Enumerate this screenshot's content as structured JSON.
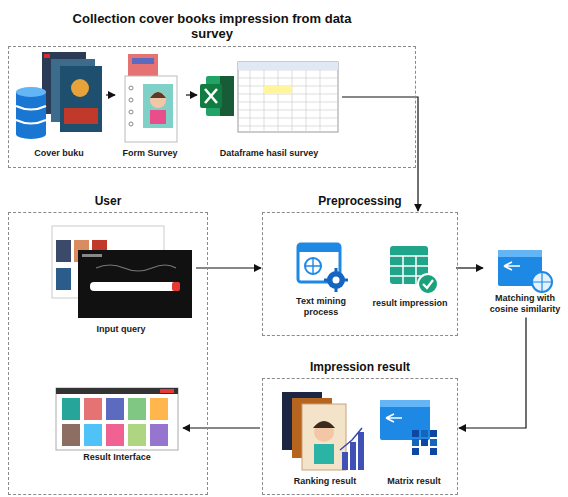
{
  "diagram": {
    "nodes": [
      {
        "text": [
          "Collection cover books impression from data survey"
        ]
      },
      {
        "text": [
          "Cover buku"
        ],
        "in": 0
      },
      {
        "text": [
          "Form Survey"
        ],
        "in": 0
      },
      {
        "text": [
          "Dataframe hasil survey"
        ],
        "in": 0
      },
      {
        "text": [
          "User"
        ]
      },
      {
        "text": [
          "Input query"
        ],
        "in": 4
      },
      {
        "text": [
          "Result Interface"
        ],
        "in": 4
      },
      {
        "text": [
          "Preprocessing"
        ]
      },
      {
        "text": [
          "Text mining process"
        ],
        "in": 7
      },
      {
        "text": [
          "result impression"
        ],
        "in": 7
      },
      {
        "text": [
          "Matching with cosine similarity"
        ]
      },
      {
        "text": [
          "Impression result"
        ]
      },
      {
        "text": [
          "Ranking result"
        ],
        "in": 11
      },
      {
        "text": [
          "Matrix result"
        ],
        "in": 11
      }
    ],
    "edges": [
      {
        "from": 1,
        "to": 2,
        "arrow": "to"
      },
      {
        "from": 2,
        "to": 3,
        "arrow": "to"
      },
      {
        "from": 3,
        "to": 7,
        "arrow": "to"
      },
      {
        "from": 5,
        "to": 7,
        "arrow": "to"
      },
      {
        "from": 9,
        "to": 10,
        "arrow": "to"
      },
      {
        "from": 10,
        "to": 11,
        "arrow": "to"
      },
      {
        "from": 11,
        "to": 6,
        "arrow": "to"
      }
    ]
  }
}
